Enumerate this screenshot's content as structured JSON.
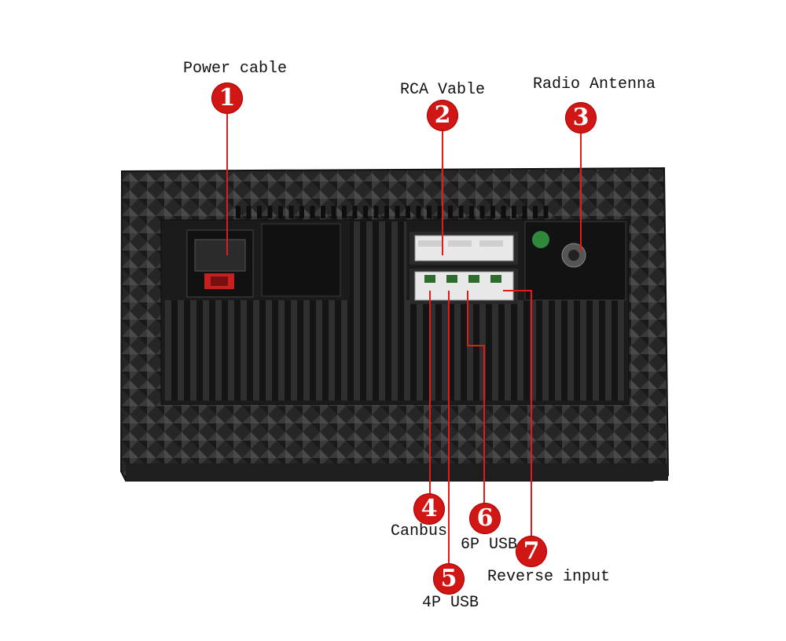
{
  "callouts": [
    {
      "number": "1",
      "label": "Power cable"
    },
    {
      "number": "2",
      "label": "RCA Vable"
    },
    {
      "number": "3",
      "label": "Radio Antenna"
    },
    {
      "number": "4",
      "label": "Canbus"
    },
    {
      "number": "5",
      "label": "4P USB"
    },
    {
      "number": "6",
      "label": "6P USB"
    },
    {
      "number": "7",
      "label": "Reverse input"
    }
  ],
  "colors": {
    "badge": "#d11616",
    "leader_line": "#e01b1b",
    "housing": "#2a2a2a",
    "connector": "#e8e8e8"
  }
}
